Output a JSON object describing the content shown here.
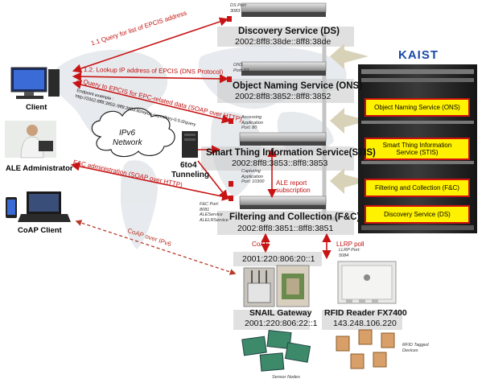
{
  "clients": {
    "client": "Client",
    "ale_admin": "ALE Administrator",
    "coap_client": "CoAP Client"
  },
  "services": {
    "ds": {
      "name": "Discovery Service (DS)",
      "addr": "2002:8ff8:38de::8ff8:38de",
      "port": "DS Port:\n3083"
    },
    "ons": {
      "name": "Object Naming Service (ONS)",
      "addr": "2002:8ff8:3852::8ff8:3852",
      "port": "ONS\nPort: 53"
    },
    "stis": {
      "name": "Smart Thing Information Service(STIS)",
      "addr": "2002:8ff8:3853::8ff8:3853",
      "port": "Accessing\nApplication\nPort: 80"
    },
    "fnc": {
      "name": "Filtering and Collection (F&C)",
      "addr": "2002:8ff8:3851::8ff8:3851",
      "port": "F&C Port:\n8081\nALEService\nALELRService",
      "capture_port": "Capturing\nApplication\nPort: 10300"
    }
  },
  "cloud": {
    "line1": "IPv6",
    "line2": "Network"
  },
  "tunnel": {
    "line1": "6to4",
    "line2": "Tunneling"
  },
  "arrows": {
    "a1": "1.1 Query for list of EPCIS address",
    "a2": "1.2. Lookup IP address of EPCIS (DNS Protocol)",
    "a3": "2. Query to EPCIS for EPC-related data (SOAP over HTTP)",
    "a3_example": "Endpoint example :\nhttp://2002:8ff8:3853::8ff8:3853:80/epcis-repository-0.5.0/query",
    "a4": "F&C administration (SOAP over HTTP)",
    "a5": "CoAP over IPv6",
    "ale_report": "ALE report\nsubscription",
    "coap": "CoAP",
    "llrp": "LLRP poll",
    "llrp_port": "LLRP Port:\n5084"
  },
  "gateway": {
    "addr_top": "2001:220:806:20::1",
    "name": "SNAIL Gateway",
    "addr": "2001:220:806:22::1"
  },
  "reader": {
    "name": "RFID Reader FX7400",
    "addr": "143.248.106.220"
  },
  "sensor_label": "Sensor Nodes",
  "tags_label": "RFID Tagged\nDevices",
  "rack": {
    "logo": "KAIST",
    "boxes": [
      "Object Naming Service (ONS)",
      "Smart Thing Information\nService (STIS)",
      "Filtering and Collection (F&C)",
      "Discovery Service (DS)"
    ]
  },
  "colors": {
    "arrow": "#c81414",
    "highlight": "#fff200",
    "box_border": "#d01010",
    "kaist_blue": "#1a4aa8"
  }
}
